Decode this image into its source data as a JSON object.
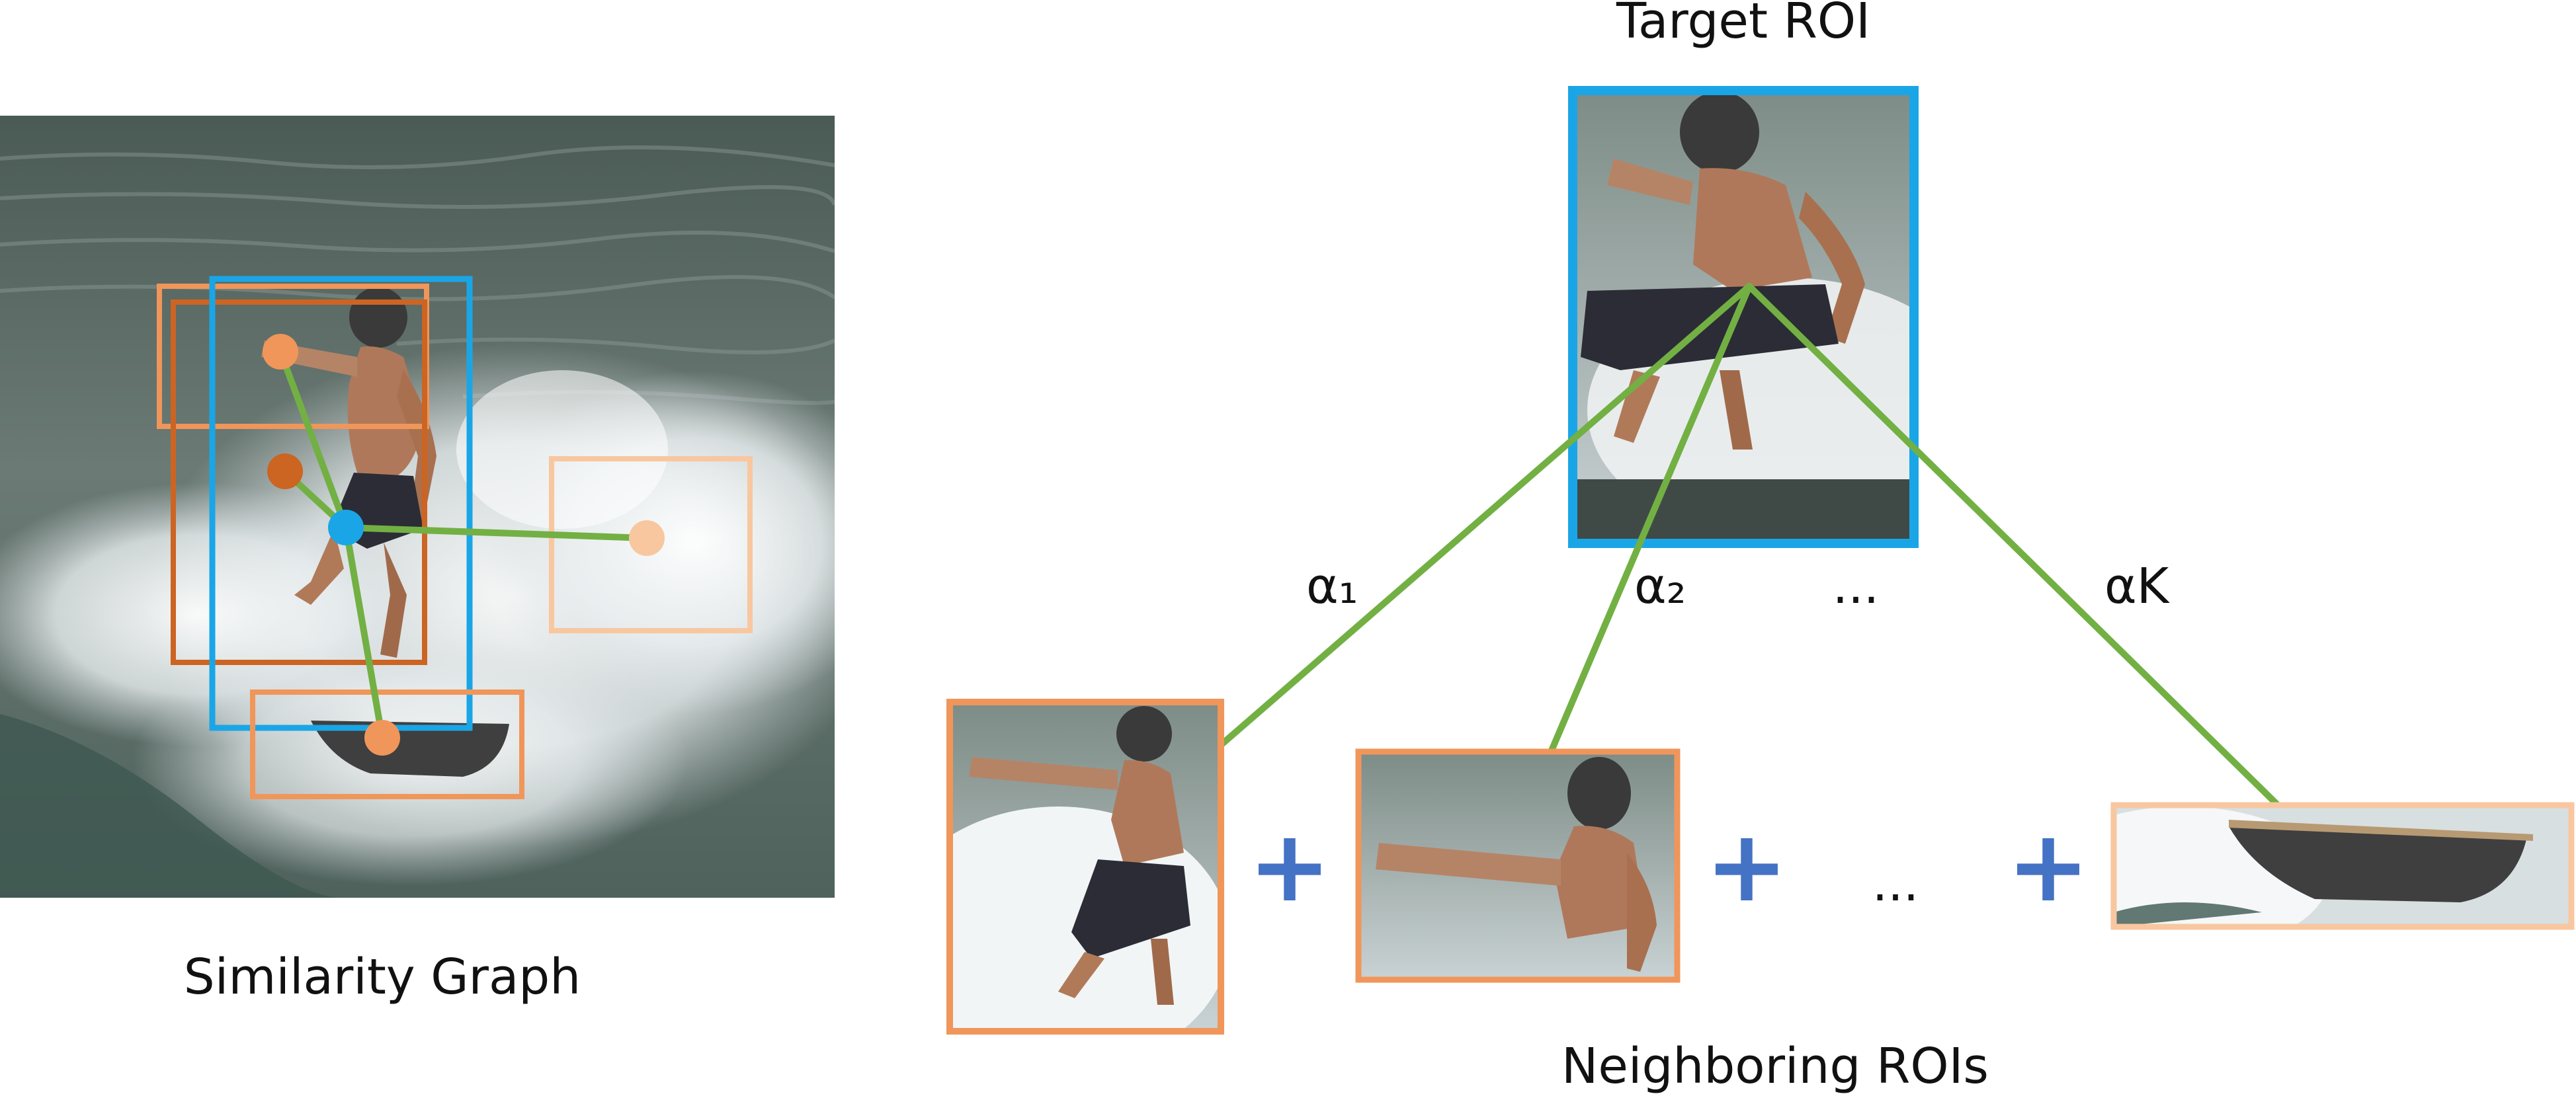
{
  "labels": {
    "left_caption": "Similarity Graph",
    "target": "Target ROI",
    "neighbors": "Neighboring ROIs",
    "alpha1": "α₁",
    "alpha2": "α₂",
    "alphaK": "αK",
    "ellipsis_top": "...",
    "ellipsis_bottom": "...",
    "plus": "+"
  },
  "colors": {
    "target_blue": "#1aa6e6",
    "orange": "#f0965a",
    "dark_orange": "#cc6422",
    "light_orange": "#f8c7a0",
    "edge_green": "#72b043",
    "plus_blue": "#4472c4"
  },
  "icons": {
    "scene": "surfer-on-wave-photo",
    "target_crop": "surfer-crop",
    "neighbor_1": "surfer-crop",
    "neighbor_2": "surfer-upper-body-crop",
    "neighbor_k": "surfboard-crop"
  }
}
